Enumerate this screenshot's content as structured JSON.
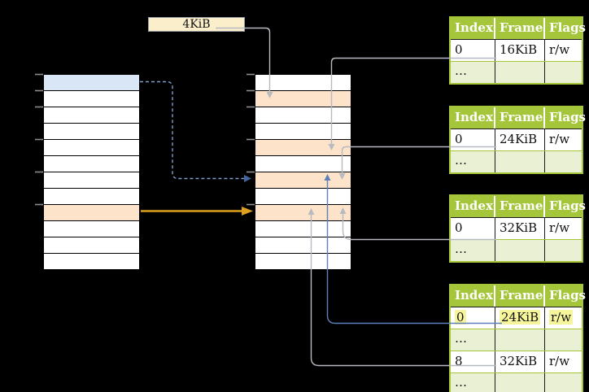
{
  "size_label": "4KiB",
  "colors": {
    "background": "#000000",
    "page_blue": "#d9e6f6",
    "page_orange": "#fce3c9",
    "label_fill": "#faeecb",
    "label_border": "#9aa0a8",
    "green_header": "#a5c63a",
    "green_border": "#a5c63a",
    "green_light": "#e9f0d3",
    "highlight_yellow": "#f7f59b",
    "arrow_gray": "#b7bac1",
    "arrow_blue": "#5d7fba",
    "arrow_blue_dashed": "#7f9fd1",
    "arrow_blue_dark": "#44669e",
    "arrow_orange": "#dd9f1e",
    "tick_gray": "#8d8d8d"
  },
  "frame_tables": [
    {
      "headers": [
        "Index",
        "Frame",
        "Flags"
      ],
      "rows": [
        [
          "0",
          "16KiB",
          "r/w"
        ],
        [
          "…",
          "",
          ""
        ]
      ]
    },
    {
      "headers": [
        "Index",
        "Frame",
        "Flags"
      ],
      "rows": [
        [
          "0",
          "24KiB",
          "r/w"
        ],
        [
          "…",
          "",
          ""
        ]
      ]
    },
    {
      "headers": [
        "Index",
        "Frame",
        "Flags"
      ],
      "rows": [
        [
          "0",
          "32KiB",
          "r/w"
        ],
        [
          "…",
          "",
          ""
        ]
      ]
    },
    {
      "headers": [
        "Index",
        "Frame",
        "Flags"
      ],
      "rows": [
        [
          "0",
          "24KiB",
          "r/w"
        ],
        [
          "…",
          "",
          ""
        ],
        [
          "8",
          "32KiB",
          "r/w"
        ],
        [
          "…",
          "",
          ""
        ]
      ],
      "highlighted_row": 0
    }
  ]
}
